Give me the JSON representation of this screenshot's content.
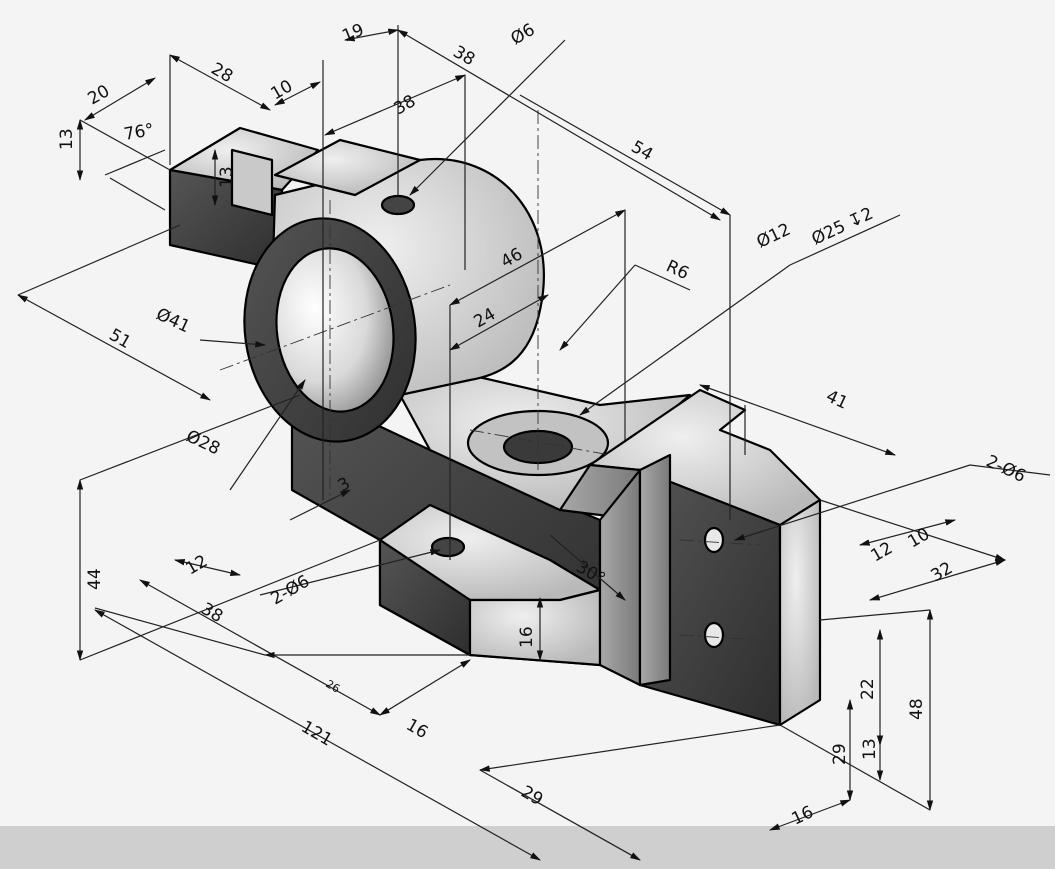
{
  "colors": {
    "background": "#f4f4f4",
    "bottom_bar": "#cfcfcf",
    "light_face": "#d2d2d2",
    "mid_face": "#8e8e8e",
    "dark_face": "#3a3a3a",
    "edge": "#000000"
  },
  "dimensions": {
    "d19": "19",
    "d38_top": "38",
    "d6_dia": "Ø6",
    "d28": "28",
    "d20": "20",
    "d10_top": "10",
    "d38_inner": "38",
    "d13_left": "13",
    "d76": "76°",
    "d13_inner": "13",
    "d54": "54",
    "d12_dia": "Ø12",
    "d25_cbore": "Ø25 ↧2",
    "d46": "46",
    "dR6": "R6",
    "d24": "24",
    "d41_dia": "Ø41",
    "d51": "51",
    "d41": "41",
    "d28_dia": "Ø28",
    "d2x6_right": "2-Ø6",
    "d3": "3",
    "d44": "44",
    "d12_left": "12",
    "d2x6_left": "2-Ø6",
    "d30": "30°",
    "d12_right": "12",
    "d10_right": "10",
    "d32": "32",
    "d38_bottom": "38",
    "d16_height": "16",
    "d22": "22",
    "d48": "48",
    "d26": "26",
    "d121": "121",
    "d16_bottom": "16",
    "d29_vert": "29",
    "d13_right": "13",
    "d29_bottom": "29",
    "d16_corner": "16"
  }
}
